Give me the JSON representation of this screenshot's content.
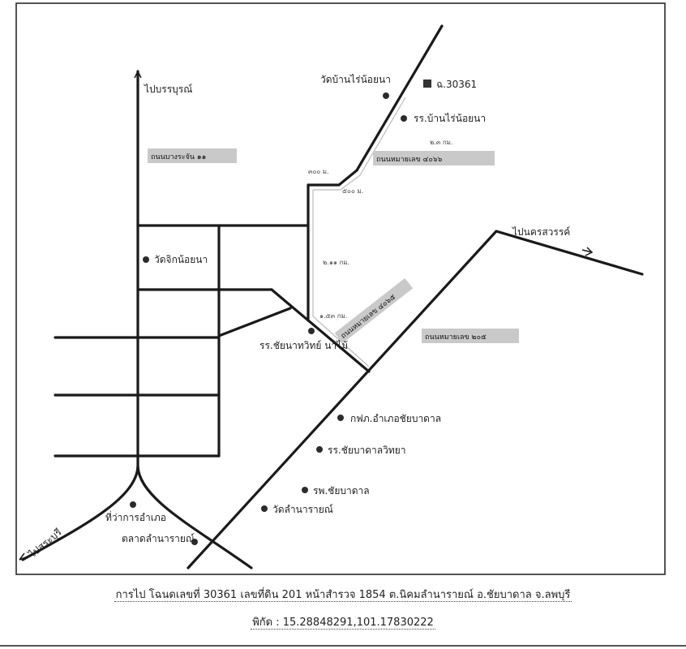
{
  "labels": {
    "north_arrow": "ไปบรรบุรณ์",
    "temple_top": "วัดบ้านไร่น้อยนา",
    "plot_marker": "ฉ.30361",
    "school_top": "รร.บ้านไร่น้อยนา",
    "road_4066": "ถนนหมายเลข ๔๐๖๖",
    "road_left_tag": "ถนนบางระจัน ๑๑",
    "east_arrow": "ไปนครสวรรค์",
    "temple_mid": "วัดจิกน้อยนา",
    "road_mid_tag": "ถนนหมายเลข ๔๐๖๕",
    "school_mid": "รร.ชัยนาทวิทย์ นาไม้",
    "road_205": "ถนนหมายเลข ๒๐๕",
    "office": "กฟภ.อำเภอชัยบาดาล",
    "school_lower": "รร.ชัยบาดาลวิทยา",
    "hospital": "รพ.ชัยบาดาล",
    "temple_lower": "วัดลำนารายณ์",
    "district_office": "ที่ว่าการอำเภอ",
    "market": "ตลาดลำนารายณ์",
    "sw_arrow": "ไปสระบุรี",
    "dist_top": "๒.๓ กม.",
    "dist_mid1": "๓๐๐ ม.",
    "dist_mid2": "๕๐๐ ม.",
    "dist_a": "๒.๑๑ กม.",
    "dist_b": "๑.๕๓ กม."
  },
  "footer": {
    "line1": "การไป โฉนดเลขที่ 30361 เลขที่ดิน 201 หน้าสำรวจ 1854 ต.นิคมลำนารายณ์ อ.ชัยบาดาล จ.ลพบุรี",
    "line2": "พิกัด : 15.28848291,101.17830222"
  }
}
